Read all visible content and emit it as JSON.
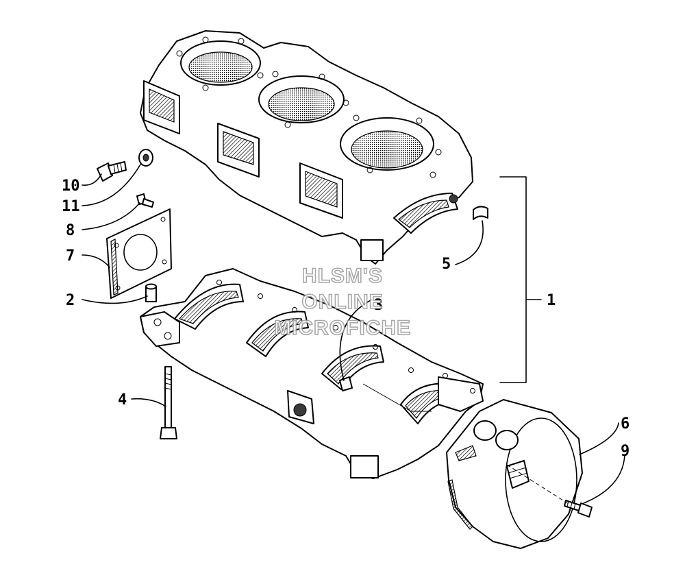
{
  "diagram": {
    "callouts": [
      {
        "id": "10",
        "text": "10"
      },
      {
        "id": "11",
        "text": "11"
      },
      {
        "id": "8",
        "text": "8"
      },
      {
        "id": "7",
        "text": "7"
      },
      {
        "id": "2",
        "text": "2"
      },
      {
        "id": "4",
        "text": "4"
      },
      {
        "id": "3",
        "text": "3"
      },
      {
        "id": "5",
        "text": "5"
      },
      {
        "id": "1",
        "text": "1"
      },
      {
        "id": "6",
        "text": "6"
      },
      {
        "id": "9",
        "text": "9"
      }
    ],
    "watermark": {
      "line1": "HLSM'S",
      "line2": "ONLINE",
      "line3": "MICROFICHE"
    },
    "colors": {
      "ink": "#000000",
      "paper": "#ffffff",
      "watermark_outline": "#9a9a9a"
    }
  }
}
